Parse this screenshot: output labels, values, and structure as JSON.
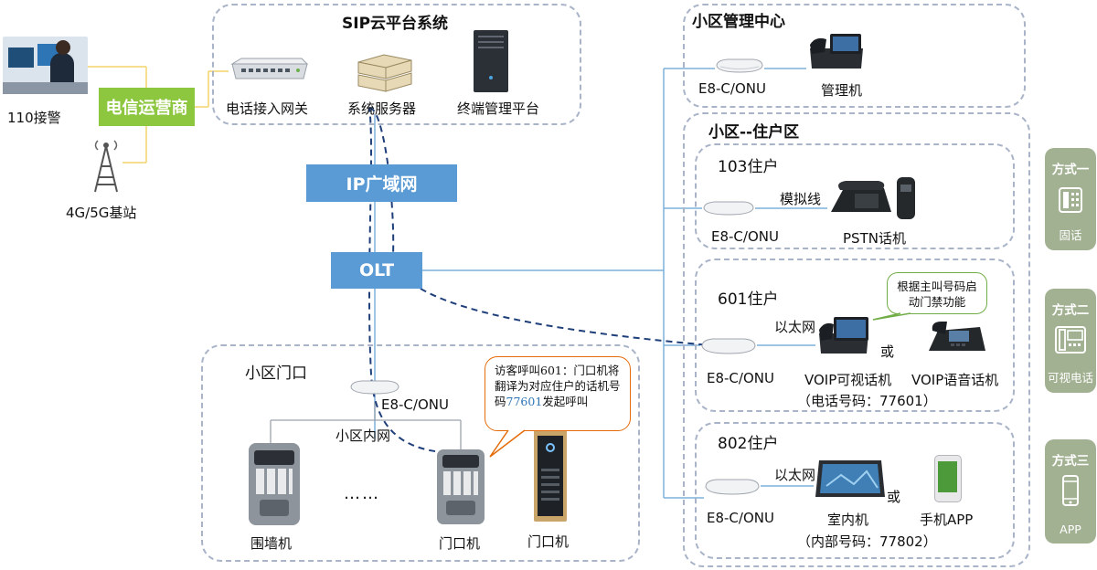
{
  "sections": {
    "sip_cloud": "SIP云平台系统",
    "management": "小区管理中心",
    "residential": "小区--住户区",
    "gate": "小区门口",
    "r103": "103住户",
    "r601": "601住户",
    "r802": "802住户"
  },
  "left": {
    "police": "110接警",
    "telecom": "电信运营商",
    "base_station": "4G/5G基站"
  },
  "cloud": {
    "gateway": "电话接入网关",
    "server": "系统服务器",
    "terminal_mgmt": "终端管理平台"
  },
  "network": {
    "wan": "IP广域网",
    "olt": "OLT"
  },
  "mgmt": {
    "onu": "E8-C/ONU",
    "machine": "管理机"
  },
  "r103": {
    "onu": "E8-C/ONU",
    "link": "模拟线",
    "phone": "PSTN话机"
  },
  "r601": {
    "onu": "E8-C/ONU",
    "link": "以太网",
    "or": "或",
    "video_phone": "VOIP可视话机",
    "voice_phone": "VOIP语音话机",
    "number": "（电话号码：77601）",
    "callout": "根据主叫号码启动门禁功能"
  },
  "r802": {
    "onu": "E8-C/ONU",
    "link": "以太网",
    "or": "或",
    "indoor": "室内机",
    "app": "手机APP",
    "number": "（内部号码：77802）"
  },
  "gate": {
    "onu": "E8-C/ONU",
    "lan": "小区内网",
    "wall": "围墙机",
    "ellipsis": "……",
    "door1": "门口机",
    "door2": "门口机",
    "callout_a": "访客呼叫601：门口机将翻译为对应住户的话机号码",
    "callout_num": "77601",
    "callout_b": "发起呼叫"
  },
  "modes": [
    {
      "title": "方式一",
      "label": "固话"
    },
    {
      "title": "方式二",
      "label": "可视电话"
    },
    {
      "title": "方式三",
      "label": "APP"
    }
  ],
  "colors": {
    "band": "#5b9bd5",
    "telecom": "#8dc63f",
    "dashed": "#a9b4c8",
    "flow": "#1f3f7a",
    "callout_orange": "#e46c0a",
    "callout_green": "#70ad47",
    "mode_bg": "#a3b193"
  }
}
